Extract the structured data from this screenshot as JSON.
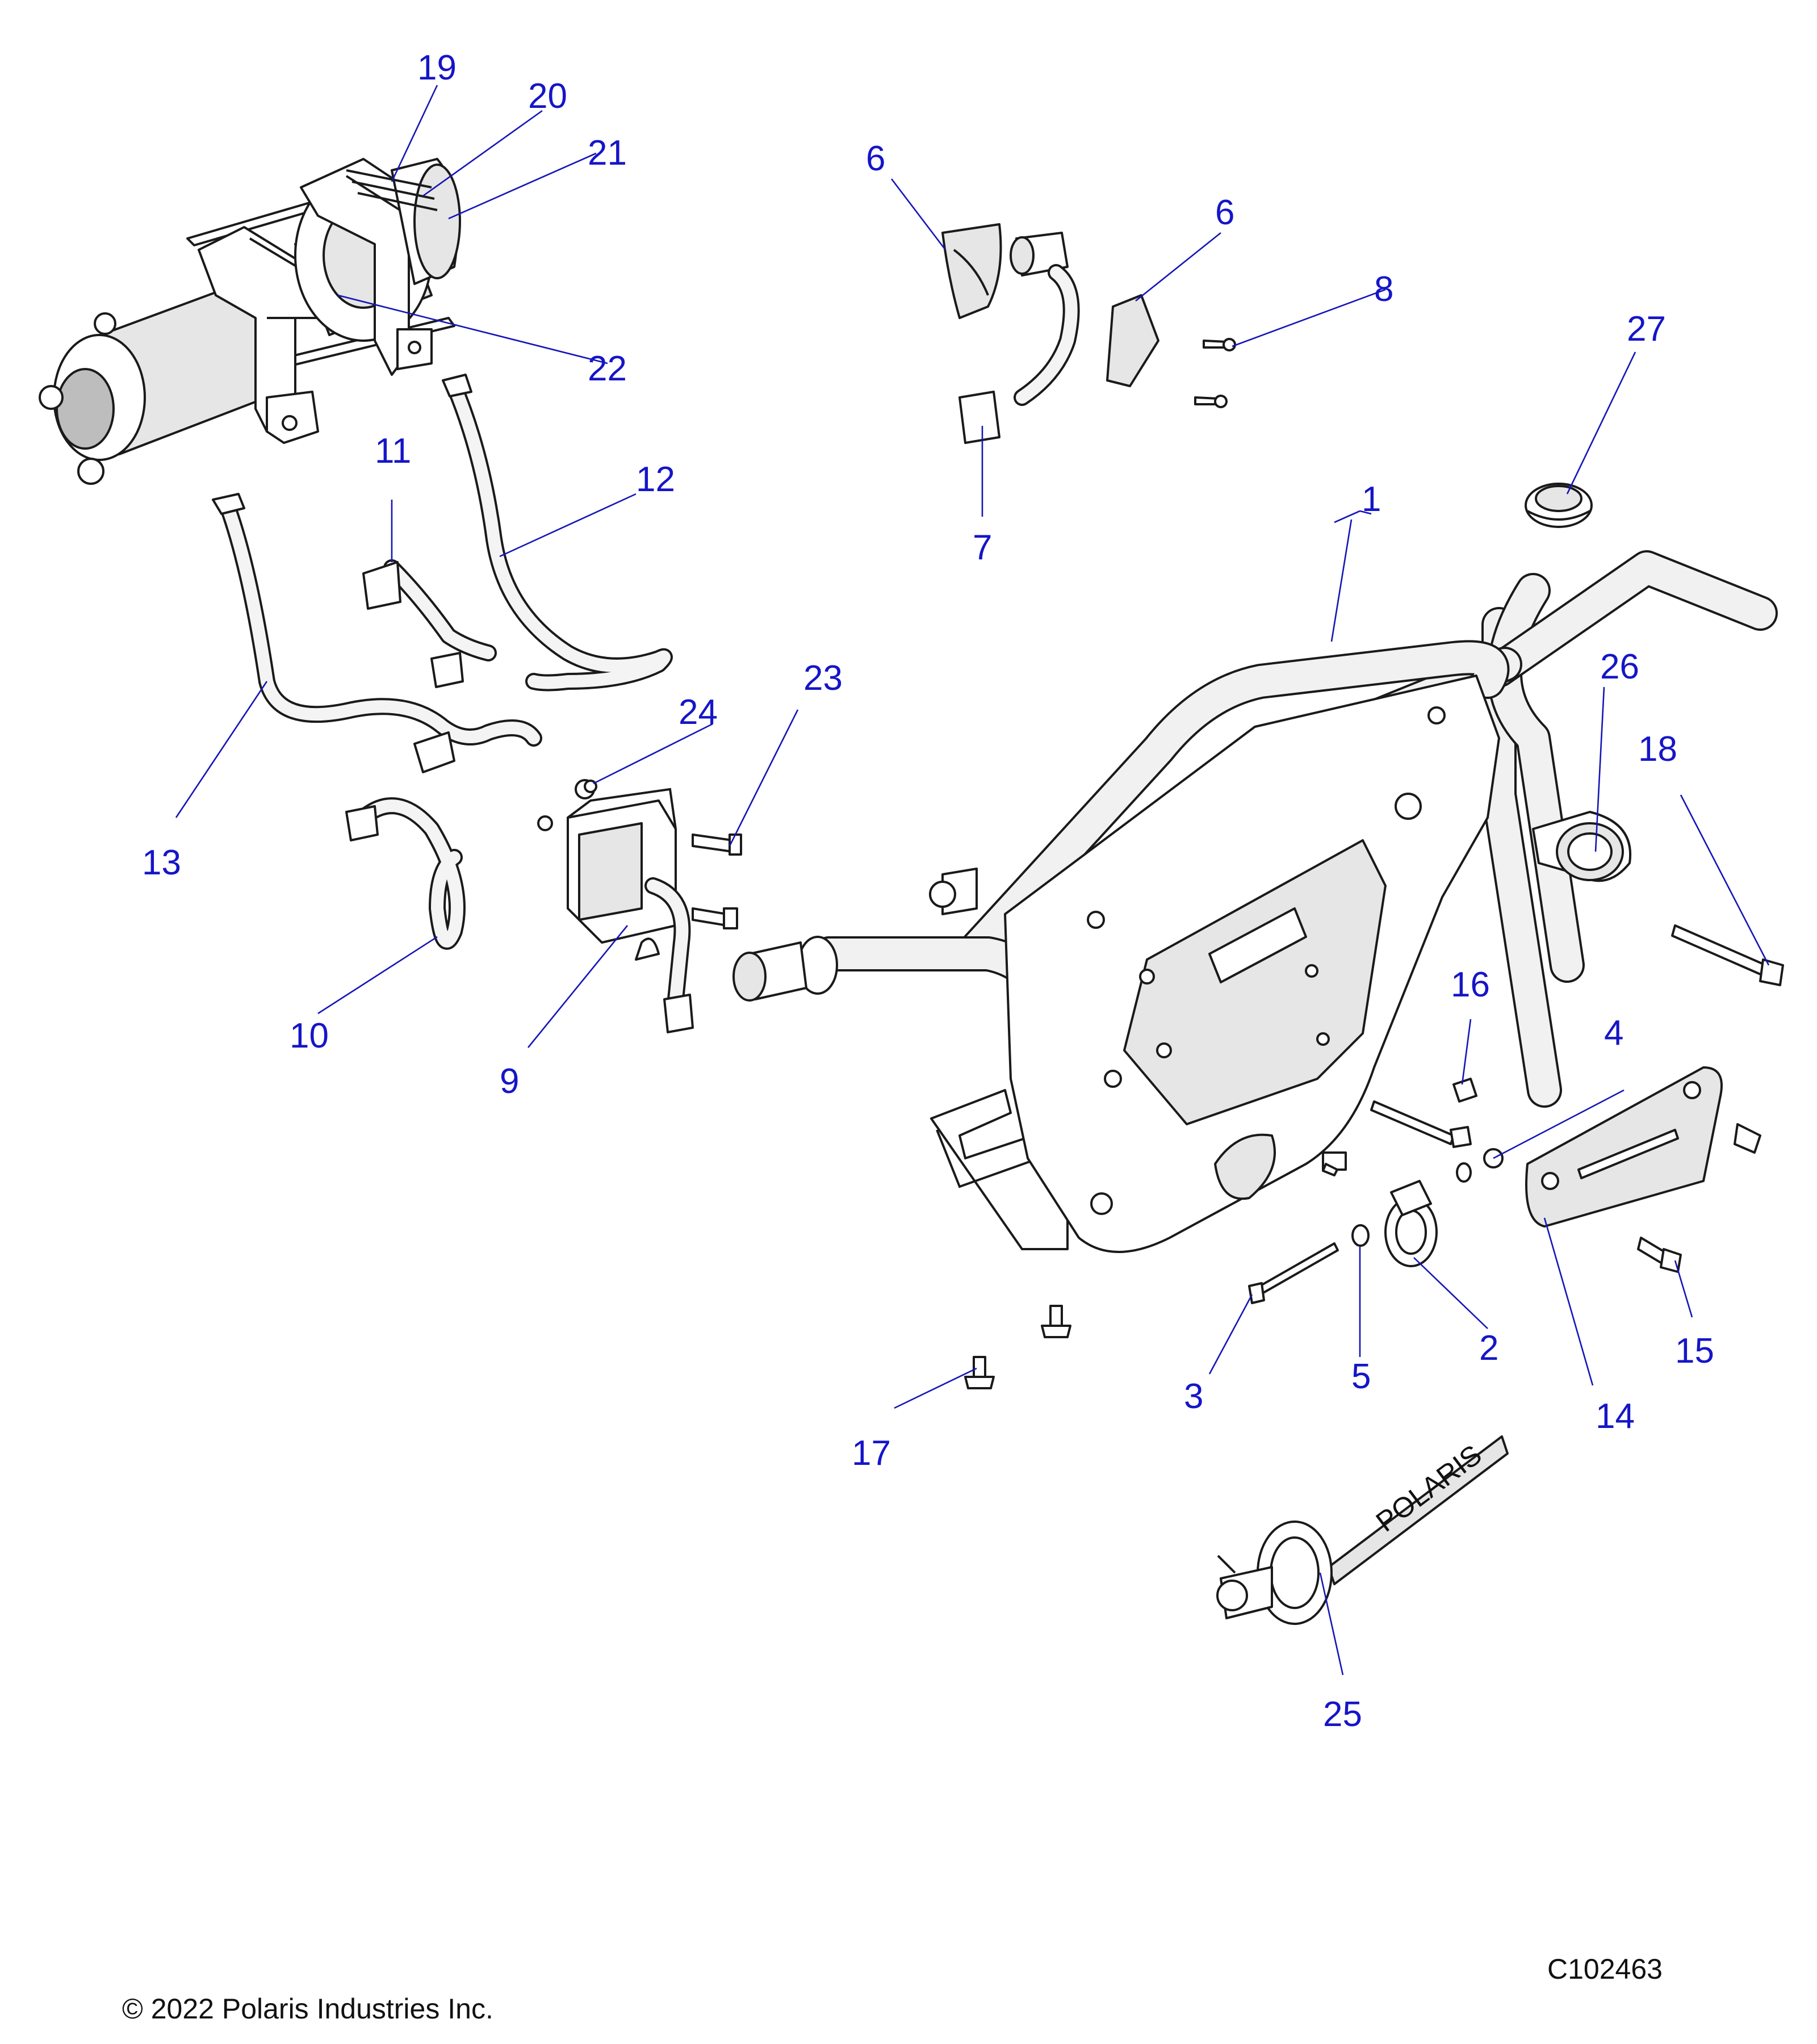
{
  "callouts": {
    "c1": "1",
    "c2": "2",
    "c3": "3",
    "c4": "4",
    "c5": "5",
    "c6a": "6",
    "c6b": "6",
    "c7": "7",
    "c8": "8",
    "c9": "9",
    "c10": "10",
    "c11": "11",
    "c12": "12",
    "c13": "13",
    "c14": "14",
    "c15": "15",
    "c16": "16",
    "c17": "17",
    "c18": "18",
    "c19": "19",
    "c20": "20",
    "c21": "21",
    "c22": "22",
    "c23": "23",
    "c24": "24",
    "c25": "25",
    "c26": "26",
    "c27": "27"
  },
  "strap_text": "POLARIS",
  "footer": {
    "copyright": "© 2022 Polaris Industries Inc.",
    "drawing_number": "C102463"
  },
  "colors": {
    "callout": "#1515c8",
    "leader": "#1515b8",
    "linework": "#1a1a1a"
  }
}
